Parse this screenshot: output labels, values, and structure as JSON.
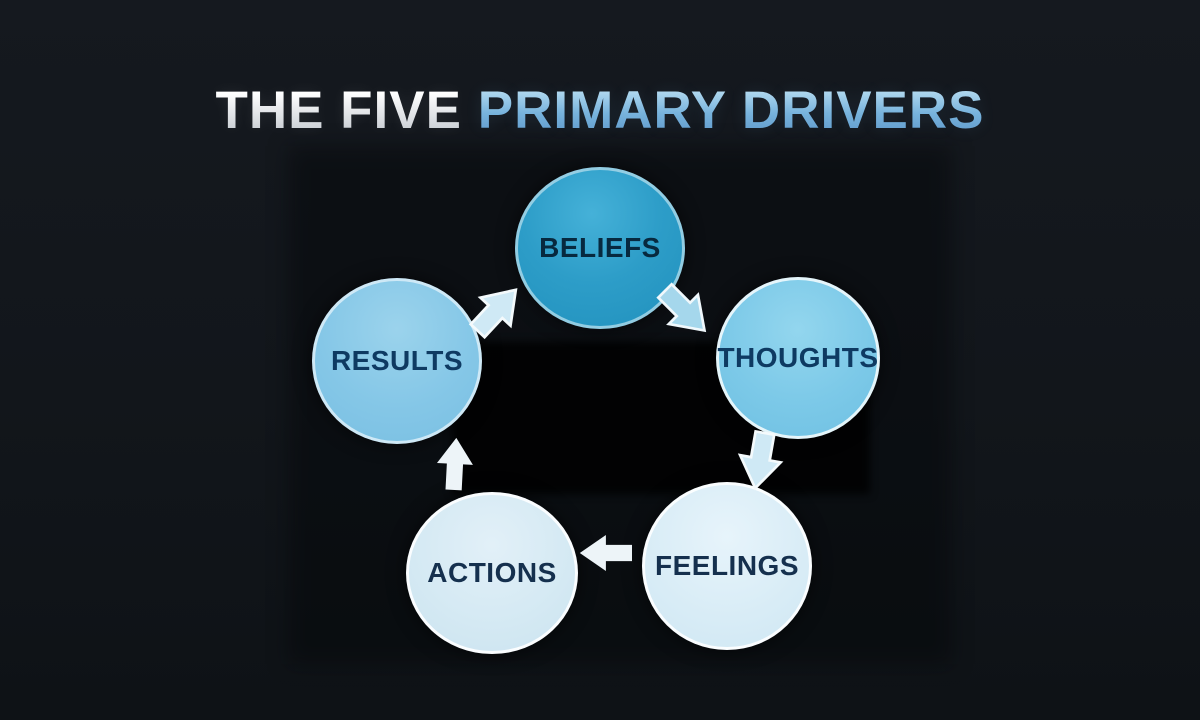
{
  "title": {
    "prefix": "THE FIVE",
    "highlight": "PRIMARY DRIVERS"
  },
  "diagram": {
    "type": "cycle",
    "nodes": [
      {
        "id": "beliefs",
        "label": "BELIEFS",
        "fill": "#2d9dc8",
        "border": "#a5d6e8",
        "text_color": "#07293f"
      },
      {
        "id": "thoughts",
        "label": "THOUGHTS",
        "fill": "#7cc9e8",
        "border": "#eef8fc",
        "text_color": "#0e3a62"
      },
      {
        "id": "feelings",
        "label": "FEELINGS",
        "fill": "#d8ecf6",
        "border": "#fcfeff",
        "text_color": "#15304e"
      },
      {
        "id": "actions",
        "label": "ACTIONS",
        "fill": "#d4e9f3",
        "border": "#fcfeff",
        "text_color": "#15304e"
      },
      {
        "id": "results",
        "label": "RESULTS",
        "fill": "#85c7e7",
        "border": "#d6ecf7",
        "text_color": "#0e3a62"
      }
    ],
    "edges": [
      {
        "from": "results",
        "to": "beliefs",
        "icon": "arrow-up-right-icon"
      },
      {
        "from": "beliefs",
        "to": "thoughts",
        "icon": "arrow-down-right-icon"
      },
      {
        "from": "thoughts",
        "to": "feelings",
        "icon": "arrow-down-icon"
      },
      {
        "from": "feelings",
        "to": "actions",
        "icon": "arrow-left-icon"
      },
      {
        "from": "actions",
        "to": "results",
        "icon": "arrow-up-icon"
      }
    ]
  },
  "colors": {
    "background": "#12161b",
    "background_dark_patch": "#020406",
    "title_prefix": "#ffffff",
    "title_highlight": "#79b4dd",
    "arrow_light": "#edf4f8",
    "arrow_tinted": "#a5d7ec"
  }
}
